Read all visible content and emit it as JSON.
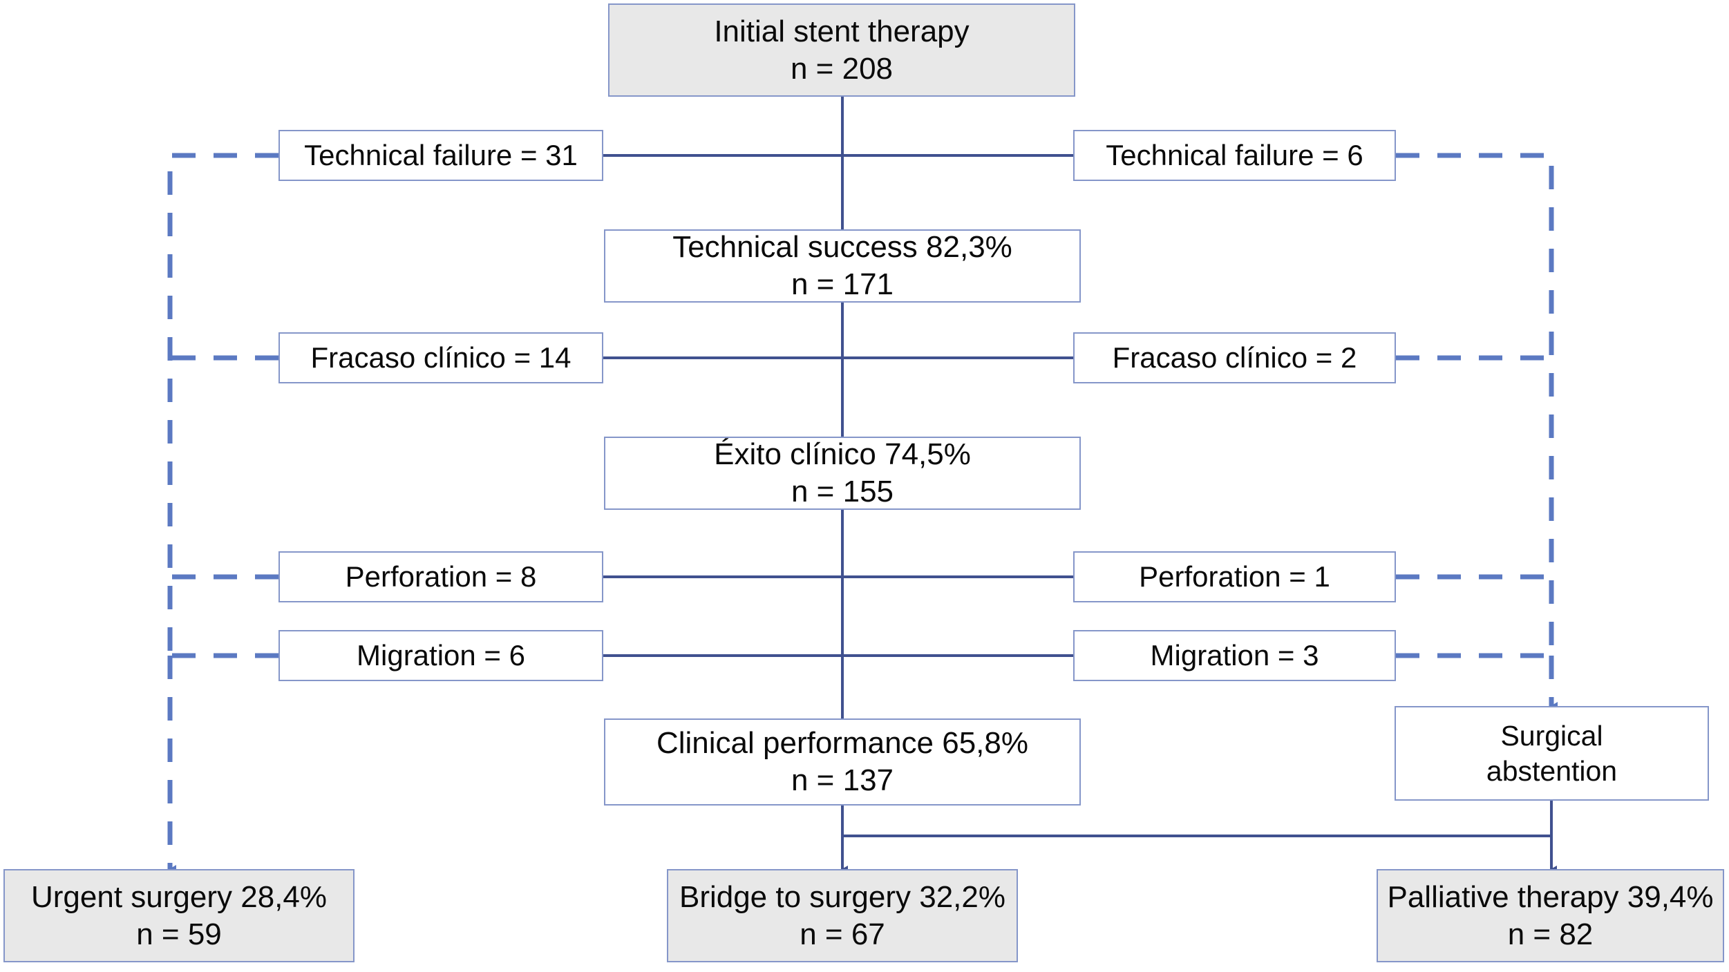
{
  "figure": {
    "type": "flowchart",
    "title": "Initial stent therapy outcomes flow diagram",
    "colors": {
      "box_border": "#8596c9",
      "terminal_fill": "#e8e8e8",
      "intermediate_fill": "#ffffff",
      "solid_connector": "#40518f",
      "dashed_connector": "#5b79c2",
      "text": "#0a0a0a"
    }
  },
  "nodes": {
    "root": {
      "line1": "Initial stent therapy",
      "line2": "n = 208"
    },
    "technical_failure_left": {
      "line1": "Technical failure = 31"
    },
    "technical_failure_right": {
      "line1": "Technical failure = 6"
    },
    "technical_success": {
      "line1": "Technical success 82,3%",
      "line2": "n = 171"
    },
    "fracaso_clinico_left": {
      "line1": "Fracaso clínico = 14"
    },
    "fracaso_clinico_right": {
      "line1": "Fracaso clínico = 2"
    },
    "exito_clinico": {
      "line1": "Éxito clínico 74,5%",
      "line2": "n = 155"
    },
    "perforation_left": {
      "line1": "Perforation = 8"
    },
    "perforation_right": {
      "line1": "Perforation = 1"
    },
    "migration_left": {
      "line1": "Migration = 6"
    },
    "migration_right": {
      "line1": "Migration = 3"
    },
    "clinical_performance": {
      "line1": "Clinical performance 65,8%",
      "line2": "n = 137"
    },
    "surgical_abstention": {
      "line1": "Surgical",
      "line2": "abstention"
    },
    "urgent_surgery": {
      "line1": "Urgent surgery 28,4%",
      "line2": "n = 59"
    },
    "bridge_to_surgery": {
      "line1": "Bridge to surgery 32,2%",
      "line2": "n = 67"
    },
    "palliative_therapy": {
      "line1": "Palliative therapy 39,4%",
      "line2": "n = 82"
    }
  },
  "chart_data": {
    "type": "flowchart",
    "total_n": 208,
    "steps": [
      {
        "label": "Initial stent therapy",
        "n": 208
      },
      {
        "label": "Technical failure (left / urgent surgery branch)",
        "n": 31
      },
      {
        "label": "Technical failure (right / palliative branch)",
        "n": 6
      },
      {
        "label": "Technical success",
        "n": 171,
        "percent": "82,3%"
      },
      {
        "label": "Fracaso clínico (left)",
        "n": 14
      },
      {
        "label": "Fracaso clínico (right)",
        "n": 2
      },
      {
        "label": "Éxito clínico",
        "n": 155,
        "percent": "74,5%"
      },
      {
        "label": "Perforation (left)",
        "n": 8
      },
      {
        "label": "Perforation (right)",
        "n": 1
      },
      {
        "label": "Migration (left)",
        "n": 6
      },
      {
        "label": "Migration (right)",
        "n": 3
      },
      {
        "label": "Clinical performance",
        "n": 137,
        "percent": "65,8%"
      },
      {
        "label": "Surgical abstention",
        "n": null
      },
      {
        "label": "Urgent surgery",
        "n": 59,
        "percent": "28,4%"
      },
      {
        "label": "Bridge to surgery",
        "n": 67,
        "percent": "32,2%"
      },
      {
        "label": "Palliative therapy",
        "n": 82,
        "percent": "39,4%"
      }
    ]
  }
}
